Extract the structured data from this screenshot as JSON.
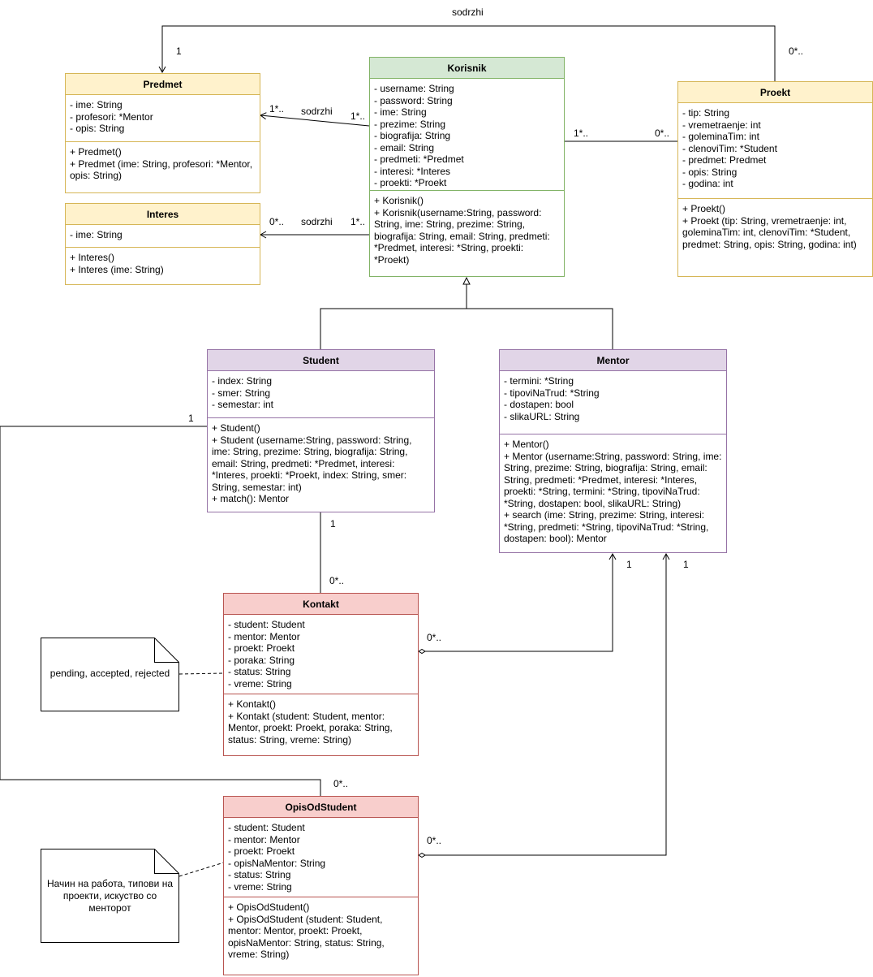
{
  "classes": {
    "predmet": {
      "name": "Predmet",
      "attributes": [
        "- ime: String",
        "- profesori: *Mentor",
        "- opis: String"
      ],
      "methods": [
        "+ Predmet()",
        "+ Predmet (ime: String, profesori: *Mentor, opis: String)"
      ]
    },
    "interes": {
      "name": "Interes",
      "attributes": [
        "- ime: String"
      ],
      "methods": [
        "+ Interes()",
        "+ Interes (ime: String)"
      ]
    },
    "korisnik": {
      "name": "Korisnik",
      "attributes": [
        "- username: String",
        "- password: String",
        "- ime: String",
        "- prezime: String",
        "- biografija: String",
        "- email: String",
        "- predmeti: *Predmet",
        "- interesi: *Interes",
        "- proekti: *Proekt"
      ],
      "methods": [
        "+ Korisnik()",
        "+ Korisnik(username:String, password: String, ime: String, prezime: String, biografija: String, email: String, predmeti: *Predmet, interesi: *String, proekti: *Proekt)"
      ]
    },
    "proekt": {
      "name": "Proekt",
      "attributes": [
        "- tip: String",
        "- vremetraenje: int",
        "- goleminaTim: int",
        "- clenoviTim: *Student",
        "- predmet: Predmet",
        "- opis: String",
        "- godina: int"
      ],
      "methods": [
        "+ Proekt()",
        "+ Proekt (tip: String, vremetraenje: int, goleminaTim: int, clenoviTim: *Student, predmet: String, opis: String, godina: int)"
      ]
    },
    "student": {
      "name": "Student",
      "attributes": [
        "- index: String",
        "- smer: String",
        "- semestar: int"
      ],
      "methods": [
        "+ Student()",
        "+ Student (username:String, password: String, ime: String, prezime: String, biografija: String, email: String, predmeti: *Predmet, interesi: *Interes, proekti: *Proekt, index: String, smer: String, semestar: int)",
        "+ match(): Mentor"
      ]
    },
    "mentor": {
      "name": "Mentor",
      "attributes": [
        "- termini: *String",
        "- tipoviNaTrud: *String",
        "- dostapen: bool",
        "- slikaURL: String"
      ],
      "methods": [
        "+ Mentor()",
        "+ Mentor (username:String, password: String, ime: String, prezime: String, biografija: String, email: String, predmeti: *Predmet, interesi: *Interes, proekti: *String, termini: *String, tipoviNaTrud: *String, dostapen: bool, slikaURL: String)",
        "+ search (ime: String, prezime: String, interesi: *String, predmeti: *String, tipoviNaTrud: *String, dostapen: bool): Mentor"
      ]
    },
    "kontakt": {
      "name": "Kontakt",
      "attributes": [
        "- student: Student",
        "- mentor: Mentor",
        "- proekt: Proekt",
        "- poraka: String",
        "- status: String",
        "- vreme: String"
      ],
      "methods": [
        "+ Kontakt()",
        "+ Kontakt (student: Student, mentor: Mentor, proekt: Proekt, poraka: String, status: String, vreme: String)"
      ]
    },
    "opisodstudent": {
      "name": "OpisOdStudent",
      "attributes": [
        "- student: Student",
        "- mentor: Mentor",
        "- proekt: Proekt",
        "- opisNaMentor: String",
        "- status: String",
        "- vreme: String"
      ],
      "methods": [
        "+ OpisOdStudent()",
        "+ OpisOdStudent (student: Student, mentor: Mentor, proekt: Proekt, opisNaMentor: String, status: String, vreme: String)"
      ]
    }
  },
  "notes": {
    "kontakt_status": "pending, accepted, rejected",
    "opis_note": "Начин на работа, типови на проекти, искуство со менторот"
  },
  "labels": {
    "proekt_predmet_name": "sodrzhi",
    "proekt_predmet_src": "0*..",
    "proekt_predmet_dst": "1",
    "korisnik_predmet_name": "sodrzhi",
    "korisnik_predmet_src": "1*..",
    "korisnik_predmet_dst": "1*..",
    "korisnik_interes_name": "sodrzhi",
    "korisnik_interes_src": "1*..",
    "korisnik_interes_dst": "0*..",
    "korisnik_proekt_left": "1*..",
    "korisnik_proekt_right": "0*..",
    "student_kontakt_top": "1",
    "student_kontakt_bottom": "0*..",
    "kontakt_mentor_src": "0*..",
    "kontakt_mentor_dst": "1",
    "student_opis_top": "1",
    "student_opis_bottom": "0*..",
    "opis_mentor_src": "0*..",
    "opis_mentor_dst": "1"
  },
  "colors": {
    "yellow_fill": "#fff2cc",
    "yellow_border": "#d6b656",
    "green_fill": "#d5e8d4",
    "green_border": "#82b366",
    "purple_fill": "#e1d5e7",
    "purple_border": "#9673a6",
    "red_fill": "#f8cecc",
    "red_border": "#b85450"
  }
}
